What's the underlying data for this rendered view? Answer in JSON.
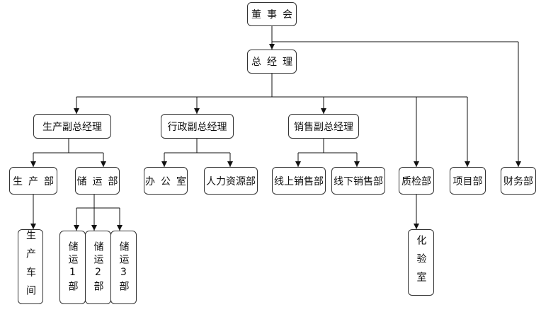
{
  "nodes": {
    "board": "董事会",
    "gm": "总经理",
    "vp_production": "生产副总经理",
    "vp_admin": "行政副总经理",
    "vp_sales": "销售副总经理",
    "production_dept": "生产部",
    "storage_dept": "储运部",
    "office": "办公室",
    "hr": "人力资源部",
    "online_sales": "线上销售部",
    "offline_sales": "线下销售部",
    "qc": "质检部",
    "project": "项目部",
    "finance": "财务部",
    "workshop": "生产车间",
    "storage_1": "储运1部",
    "storage_2": "储运2部",
    "storage_3": "储运3部",
    "lab": "化验室"
  }
}
